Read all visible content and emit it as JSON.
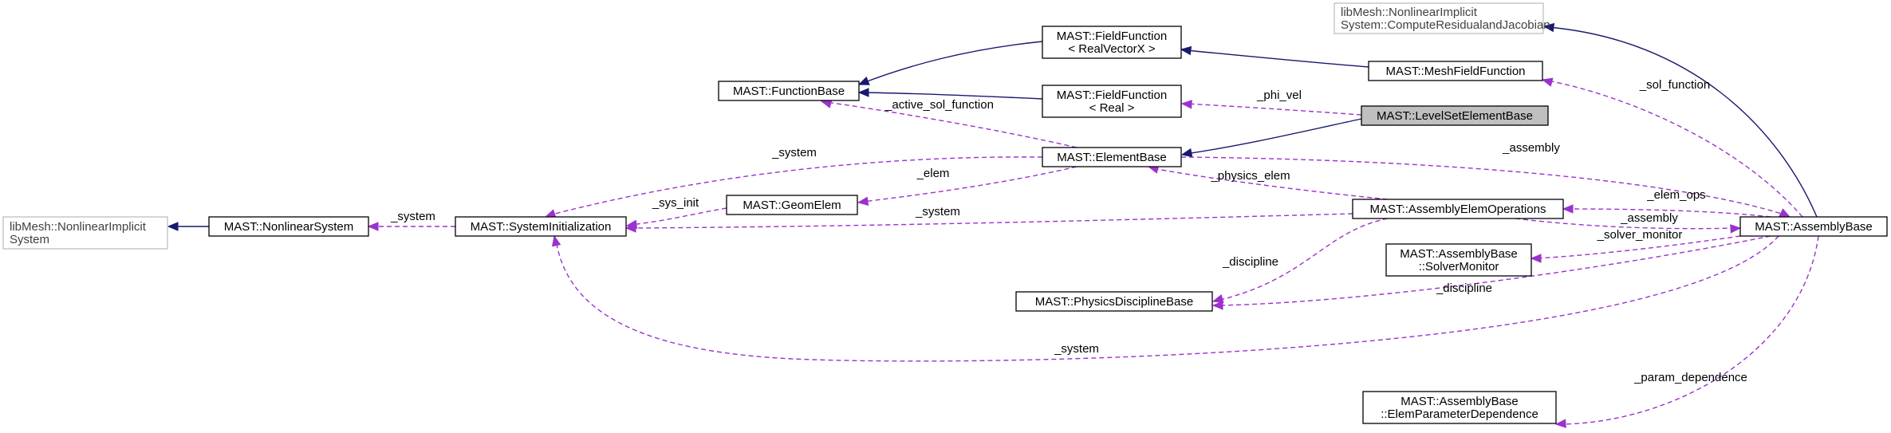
{
  "nodes": {
    "libmesh_nonlinear_implicit_residual": {
      "lines": [
        "libMesh::NonlinearImplicit",
        "System::ComputeResidualandJacobian"
      ],
      "style": "external"
    },
    "field_function_realvectorx": {
      "lines": [
        "MAST::FieldFunction",
        "< RealVectorX >"
      ],
      "style": "normal"
    },
    "mesh_field_function": {
      "lines": [
        "MAST::MeshFieldFunction"
      ],
      "style": "normal"
    },
    "function_base": {
      "lines": [
        "MAST::FunctionBase"
      ],
      "style": "normal"
    },
    "field_function_real": {
      "lines": [
        "MAST::FieldFunction",
        "< Real >"
      ],
      "style": "normal"
    },
    "level_set_element_base": {
      "lines": [
        "MAST::LevelSetElementBase"
      ],
      "style": "highlight"
    },
    "element_base": {
      "lines": [
        "MAST::ElementBase"
      ],
      "style": "normal"
    },
    "libmesh_nonlinear_implicit_system": {
      "lines": [
        "libMesh::NonlinearImplicit",
        "System"
      ],
      "style": "external"
    },
    "nonlinear_system": {
      "lines": [
        "MAST::NonlinearSystem"
      ],
      "style": "normal"
    },
    "system_initialization": {
      "lines": [
        "MAST::SystemInitialization"
      ],
      "style": "normal"
    },
    "geom_elem": {
      "lines": [
        "MAST::GeomElem"
      ],
      "style": "normal"
    },
    "assembly_elem_operations": {
      "lines": [
        "MAST::AssemblyElemOperations"
      ],
      "style": "normal"
    },
    "assembly_base": {
      "lines": [
        "MAST::AssemblyBase"
      ],
      "style": "normal"
    },
    "solver_monitor": {
      "lines": [
        "MAST::AssemblyBase",
        "::SolverMonitor"
      ],
      "style": "normal"
    },
    "physics_discipline_base": {
      "lines": [
        "MAST::PhysicsDisciplineBase"
      ],
      "style": "normal"
    },
    "elem_parameter_dependence": {
      "lines": [
        "MAST::AssemblyBase",
        "::ElemParameterDependence"
      ],
      "style": "normal"
    }
  },
  "edges": [
    {
      "id": "e1",
      "from": "field_function_realvectorx",
      "to": "function_base",
      "kind": "inherit",
      "label": ""
    },
    {
      "id": "e2",
      "from": "field_function_real",
      "to": "function_base",
      "kind": "inherit",
      "label": ""
    },
    {
      "id": "e3",
      "from": "mesh_field_function",
      "to": "field_function_realvectorx",
      "kind": "inherit",
      "label": ""
    },
    {
      "id": "e4",
      "from": "assembly_base",
      "to": "libmesh_nonlinear_implicit_residual",
      "kind": "inherit",
      "label": ""
    },
    {
      "id": "e5",
      "from": "level_set_element_base",
      "to": "element_base",
      "kind": "inherit",
      "label": ""
    },
    {
      "id": "e6",
      "from": "nonlinear_system",
      "to": "libmesh_nonlinear_implicit_system",
      "kind": "inherit",
      "label": ""
    },
    {
      "id": "e7",
      "from": "level_set_element_base",
      "to": "field_function_real",
      "kind": "usage",
      "label": "_phi_vel"
    },
    {
      "id": "e8",
      "from": "element_base",
      "to": "function_base",
      "kind": "usage",
      "label": "_active_sol_function"
    },
    {
      "id": "e9",
      "from": "element_base",
      "to": "system_initialization",
      "kind": "usage",
      "label": "_system"
    },
    {
      "id": "e10",
      "from": "element_base",
      "to": "geom_elem",
      "kind": "usage",
      "label": "_elem"
    },
    {
      "id": "e11",
      "from": "element_base",
      "to": "assembly_base",
      "kind": "usage",
      "label": "_assembly"
    },
    {
      "id": "e12",
      "from": "assembly_base",
      "to": "mesh_field_function",
      "kind": "usage",
      "label": "_sol_function"
    },
    {
      "id": "e13",
      "from": "system_initialization",
      "to": "nonlinear_system",
      "kind": "usage",
      "label": "_system"
    },
    {
      "id": "e14",
      "from": "geom_elem",
      "to": "system_initialization",
      "kind": "usage",
      "label": "_sys_init"
    },
    {
      "id": "e15",
      "from": "assembly_elem_operations",
      "to": "system_initialization",
      "kind": "usage",
      "label": "_system"
    },
    {
      "id": "e16",
      "from": "assembly_elem_operations",
      "to": "element_base",
      "kind": "usage",
      "label": "_physics_elem"
    },
    {
      "id": "e17",
      "from": "assembly_base",
      "to": "assembly_elem_operations",
      "kind": "usage",
      "label": "_elem_ops"
    },
    {
      "id": "e18",
      "from": "assembly_elem_operations",
      "to": "assembly_base",
      "kind": "usage",
      "label": "_assembly"
    },
    {
      "id": "e19",
      "from": "assembly_base",
      "to": "solver_monitor",
      "kind": "usage",
      "label": "_solver_monitor"
    },
    {
      "id": "e20",
      "from": "assembly_elem_operations",
      "to": "physics_discipline_base",
      "kind": "usage",
      "label": "_discipline"
    },
    {
      "id": "e21",
      "from": "assembly_base",
      "to": "physics_discipline_base",
      "kind": "usage",
      "label": "_discipline"
    },
    {
      "id": "e22",
      "from": "assembly_base",
      "to": "system_initialization",
      "kind": "usage",
      "label": "_system"
    },
    {
      "id": "e23",
      "from": "assembly_base",
      "to": "elem_parameter_dependence",
      "kind": "usage",
      "label": "_param_dependence"
    }
  ]
}
